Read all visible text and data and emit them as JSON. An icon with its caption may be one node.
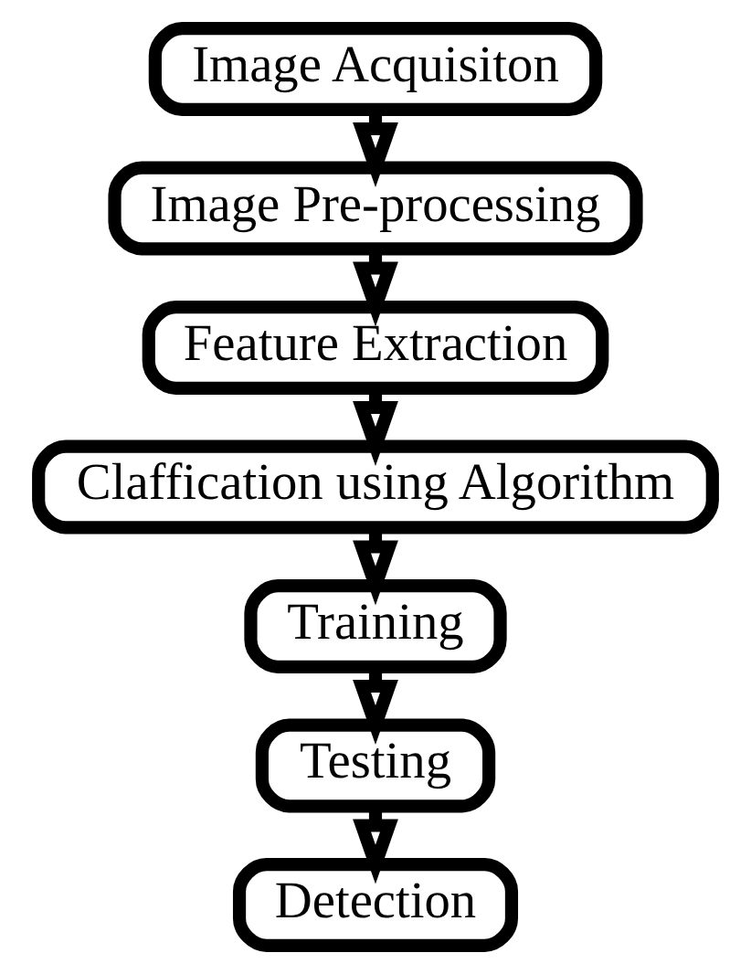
{
  "diagram": {
    "nodes": [
      {
        "text": [
          "Image Acquisiton"
        ]
      },
      {
        "text": [
          "Image Pre-processing"
        ]
      },
      {
        "text": [
          "Feature Extraction"
        ]
      },
      {
        "text": [
          "Claffication using Algorithm"
        ]
      },
      {
        "text": [
          "Training"
        ]
      },
      {
        "text": [
          "Testing"
        ]
      },
      {
        "text": [
          "Detection"
        ]
      }
    ],
    "edges": [
      {
        "from": 0,
        "to": 1,
        "arrow": "to"
      },
      {
        "from": 1,
        "to": 2,
        "arrow": "to"
      },
      {
        "from": 2,
        "to": 3,
        "arrow": "to"
      },
      {
        "from": 3,
        "to": 4,
        "arrow": "to"
      },
      {
        "from": 4,
        "to": 5,
        "arrow": "to"
      },
      {
        "from": 5,
        "to": 6,
        "arrow": "to"
      }
    ]
  }
}
